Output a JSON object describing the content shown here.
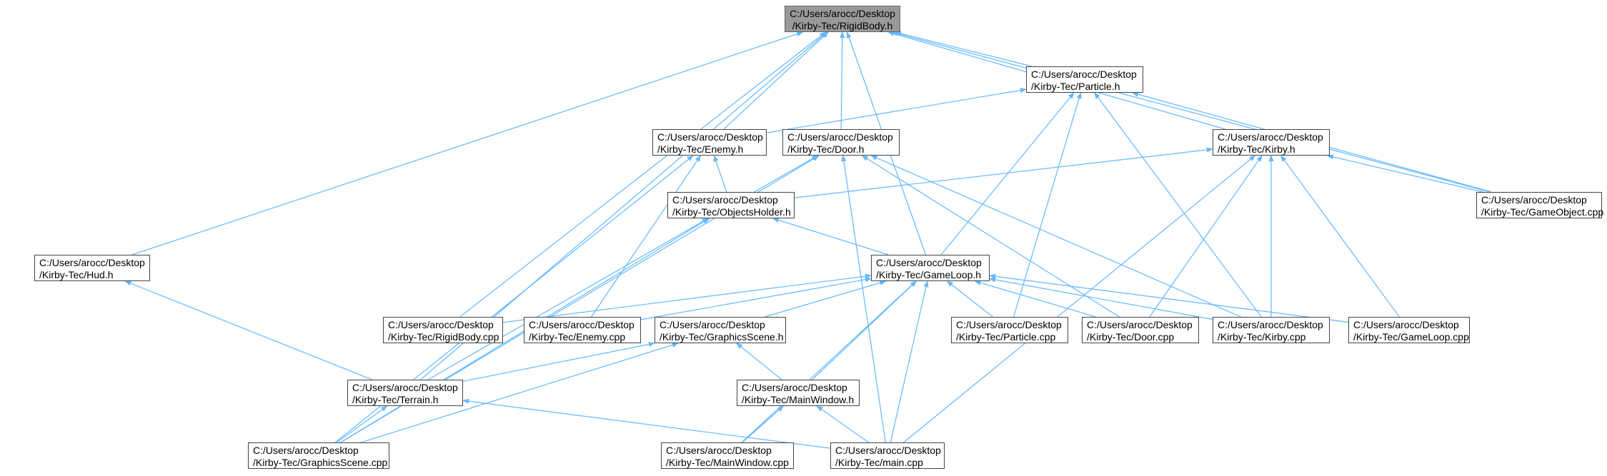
{
  "colors": {
    "edge": "#63b8ff",
    "node_border": "#444444",
    "root_fill": "#999999",
    "node_fill": "#ffffff"
  },
  "nodes": {
    "rigidbody_h": {
      "line1": "C:/Users/arocc/Desktop",
      "line2": "/Kirby-Tec/RigidBody.h"
    },
    "particle_h": {
      "line1": "C:/Users/arocc/Desktop",
      "line2": "/Kirby-Tec/Particle.h"
    },
    "enemy_h": {
      "line1": "C:/Users/arocc/Desktop",
      "line2": "/Kirby-Tec/Enemy.h"
    },
    "door_h": {
      "line1": "C:/Users/arocc/Desktop",
      "line2": "/Kirby-Tec/Door.h"
    },
    "kirby_h": {
      "line1": "C:/Users/arocc/Desktop",
      "line2": "/Kirby-Tec/Kirby.h"
    },
    "objectsholder_h": {
      "line1": "C:/Users/arocc/Desktop",
      "line2": "/Kirby-Tec/ObjectsHolder.h"
    },
    "gameobject_cpp": {
      "line1": "C:/Users/arocc/Desktop",
      "line2": "/Kirby-Tec/GameObject.cpp"
    },
    "hud_h": {
      "line1": "C:/Users/arocc/Desktop",
      "line2": "/Kirby-Tec/Hud.h"
    },
    "gameloop_h": {
      "line1": "C:/Users/arocc/Desktop",
      "line2": "/Kirby-Tec/GameLoop.h"
    },
    "rigidbody_cpp": {
      "line1": "C:/Users/arocc/Desktop",
      "line2": "/Kirby-Tec/RigidBody.cpp"
    },
    "enemy_cpp": {
      "line1": "C:/Users/arocc/Desktop",
      "line2": "/Kirby-Tec/Enemy.cpp"
    },
    "graphicsscene_h": {
      "line1": "C:/Users/arocc/Desktop",
      "line2": "/Kirby-Tec/GraphicsScene.h"
    },
    "particle_cpp": {
      "line1": "C:/Users/arocc/Desktop",
      "line2": "/Kirby-Tec/Particle.cpp"
    },
    "door_cpp": {
      "line1": "C:/Users/arocc/Desktop",
      "line2": "/Kirby-Tec/Door.cpp"
    },
    "kirby_cpp": {
      "line1": "C:/Users/arocc/Desktop",
      "line2": "/Kirby-Tec/Kirby.cpp"
    },
    "gameloop_cpp": {
      "line1": "C:/Users/arocc/Desktop",
      "line2": "/Kirby-Tec/GameLoop.cpp"
    },
    "terrain_h": {
      "line1": "C:/Users/arocc/Desktop",
      "line2": "/Kirby-Tec/Terrain.h"
    },
    "mainwindow_h": {
      "line1": "C:/Users/arocc/Desktop",
      "line2": "/Kirby-Tec/MainWindow.h"
    },
    "graphicsscene_cpp": {
      "line1": "C:/Users/arocc/Desktop",
      "line2": "/Kirby-Tec/GraphicsScene.cpp"
    },
    "mainwindow_cpp": {
      "line1": "C:/Users/arocc/Desktop",
      "line2": "/Kirby-Tec/MainWindow.cpp"
    },
    "main_cpp": {
      "line1": "C:/Users/arocc/Desktop",
      "line2": "/Kirby-Tec/main.cpp"
    }
  },
  "edges": [
    [
      "particle_h",
      "rigidbody_h"
    ],
    [
      "enemy_h",
      "rigidbody_h"
    ],
    [
      "door_h",
      "rigidbody_h"
    ],
    [
      "kirby_h",
      "rigidbody_h"
    ],
    [
      "gameloop_h",
      "rigidbody_h"
    ],
    [
      "gameobject_cpp",
      "rigidbody_h"
    ],
    [
      "hud_h",
      "rigidbody_h"
    ],
    [
      "rigidbody_cpp",
      "rigidbody_h"
    ],
    [
      "terrain_h",
      "rigidbody_h"
    ],
    [
      "enemy_h",
      "particle_h"
    ],
    [
      "gameloop_h",
      "particle_h"
    ],
    [
      "particle_cpp",
      "particle_h"
    ],
    [
      "kirby_cpp",
      "particle_h"
    ],
    [
      "gameobject_cpp",
      "particle_h"
    ],
    [
      "objectsholder_h",
      "enemy_h"
    ],
    [
      "enemy_cpp",
      "enemy_h"
    ],
    [
      "graphicsscene_cpp",
      "enemy_h"
    ],
    [
      "objectsholder_h",
      "door_h"
    ],
    [
      "door_cpp",
      "door_h"
    ],
    [
      "kirby_cpp",
      "door_h"
    ],
    [
      "main_cpp",
      "door_h"
    ],
    [
      "graphicsscene_cpp",
      "door_h"
    ],
    [
      "objectsholder_h",
      "kirby_h"
    ],
    [
      "door_cpp",
      "kirby_h"
    ],
    [
      "kirby_cpp",
      "kirby_h"
    ],
    [
      "gameloop_cpp",
      "kirby_h"
    ],
    [
      "gameobject_cpp",
      "kirby_h"
    ],
    [
      "main_cpp",
      "kirby_h"
    ],
    [
      "gameloop_h",
      "objectsholder_h"
    ],
    [
      "terrain_h",
      "objectsholder_h"
    ],
    [
      "graphicsscene_cpp",
      "objectsholder_h"
    ],
    [
      "terrain_h",
      "hud_h"
    ],
    [
      "rigidbody_cpp",
      "gameloop_h"
    ],
    [
      "enemy_cpp",
      "gameloop_h"
    ],
    [
      "graphicsscene_h",
      "gameloop_h"
    ],
    [
      "particle_cpp",
      "gameloop_h"
    ],
    [
      "door_cpp",
      "gameloop_h"
    ],
    [
      "kirby_cpp",
      "gameloop_h"
    ],
    [
      "gameloop_cpp",
      "gameloop_h"
    ],
    [
      "mainwindow_h",
      "gameloop_h"
    ],
    [
      "mainwindow_cpp",
      "gameloop_h"
    ],
    [
      "main_cpp",
      "gameloop_h"
    ],
    [
      "terrain_h",
      "graphicsscene_h"
    ],
    [
      "mainwindow_h",
      "graphicsscene_h"
    ],
    [
      "graphicsscene_cpp",
      "graphicsscene_h"
    ],
    [
      "graphicsscene_cpp",
      "terrain_h"
    ],
    [
      "main_cpp",
      "terrain_h"
    ],
    [
      "mainwindow_cpp",
      "mainwindow_h"
    ],
    [
      "main_cpp",
      "mainwindow_h"
    ]
  ]
}
